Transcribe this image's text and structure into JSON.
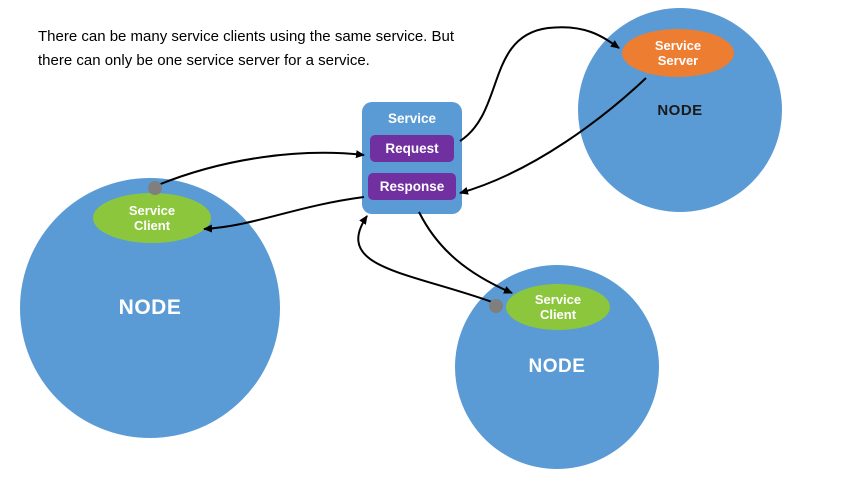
{
  "caption": {
    "line1": "There can be many service clients using the same service. But",
    "line2": "there can only be one service server for a service."
  },
  "service": {
    "title": "Service",
    "request": "Request",
    "response": "Response"
  },
  "node_left": {
    "label": "NODE",
    "badge_line1": "Service",
    "badge_line2": "Client"
  },
  "node_top_right": {
    "label": "NODE",
    "badge_line1": "Service",
    "badge_line2": "Server"
  },
  "node_bottom": {
    "label": "NODE",
    "badge_line1": "Service",
    "badge_line2": "Client"
  },
  "colors": {
    "background": "#ffffff",
    "node_fill": "#5b9bd5",
    "client_badge_fill": "#8cc63c",
    "server_badge_fill": "#ed7d31",
    "action_fill": "#7030a0",
    "arrow": "#000000",
    "connector_dot": "#7f7f7f",
    "caption_text": "#000000"
  }
}
